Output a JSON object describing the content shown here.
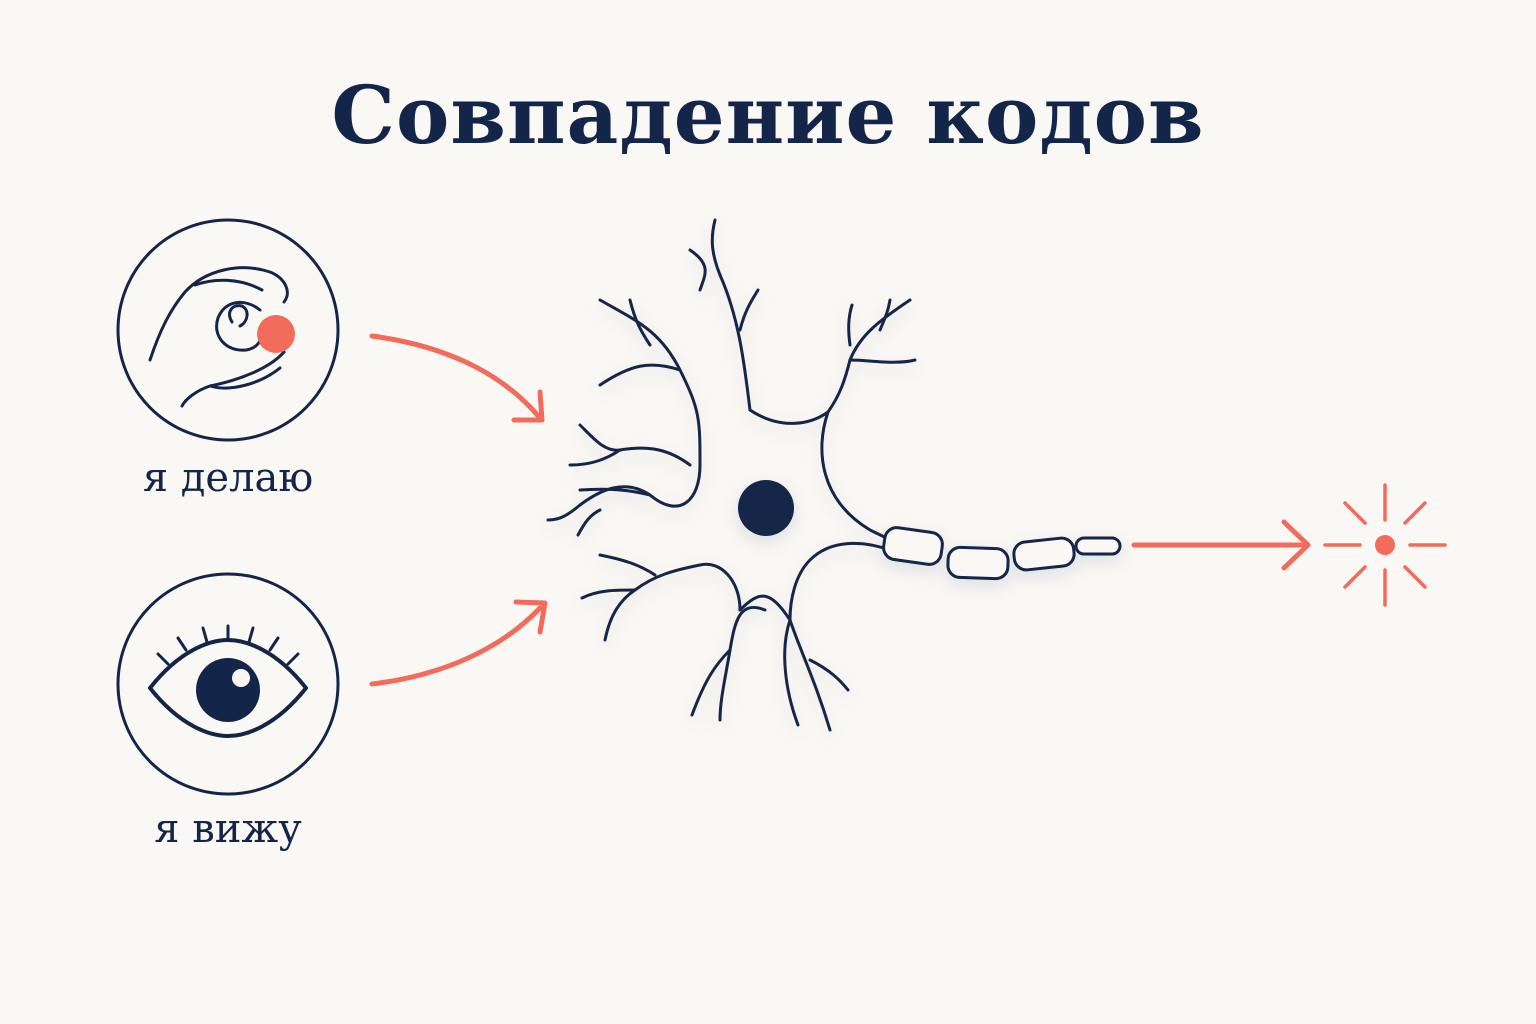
{
  "title": "Совпадение кодов",
  "inputs": [
    {
      "label": "я делаю",
      "icon": "hand-holding-ball-icon"
    },
    {
      "label": "я вижу",
      "icon": "eye-icon"
    }
  ],
  "center": {
    "icon": "neuron-icon"
  },
  "output": {
    "icon": "spark-burst-icon"
  },
  "colors": {
    "navy": "#13264a",
    "accent": "#f26b5b",
    "background": "#faf8f5"
  }
}
